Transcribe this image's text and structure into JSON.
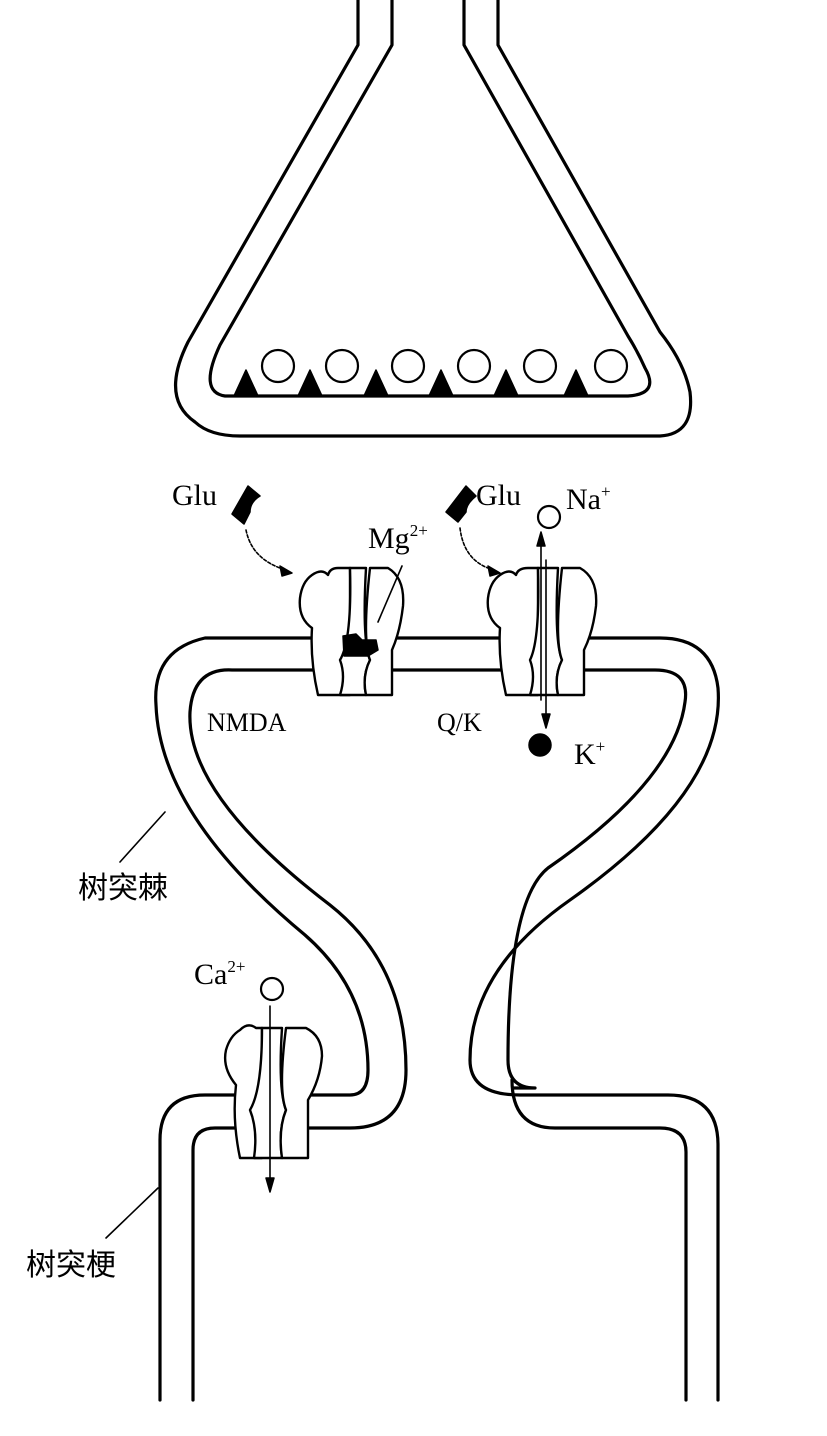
{
  "labels": {
    "glu_left": "Glu",
    "glu_right": "Glu",
    "mg_base": "Mg",
    "mg_sup": "2+",
    "na_base": "Na",
    "na_sup": "+",
    "k_base": "K",
    "k_sup": "+",
    "ca_base": "Ca",
    "ca_sup": "2+",
    "nmda": "NMDA",
    "qk": "Q/K",
    "spine": "树突棘",
    "shaft": "树突梗"
  }
}
